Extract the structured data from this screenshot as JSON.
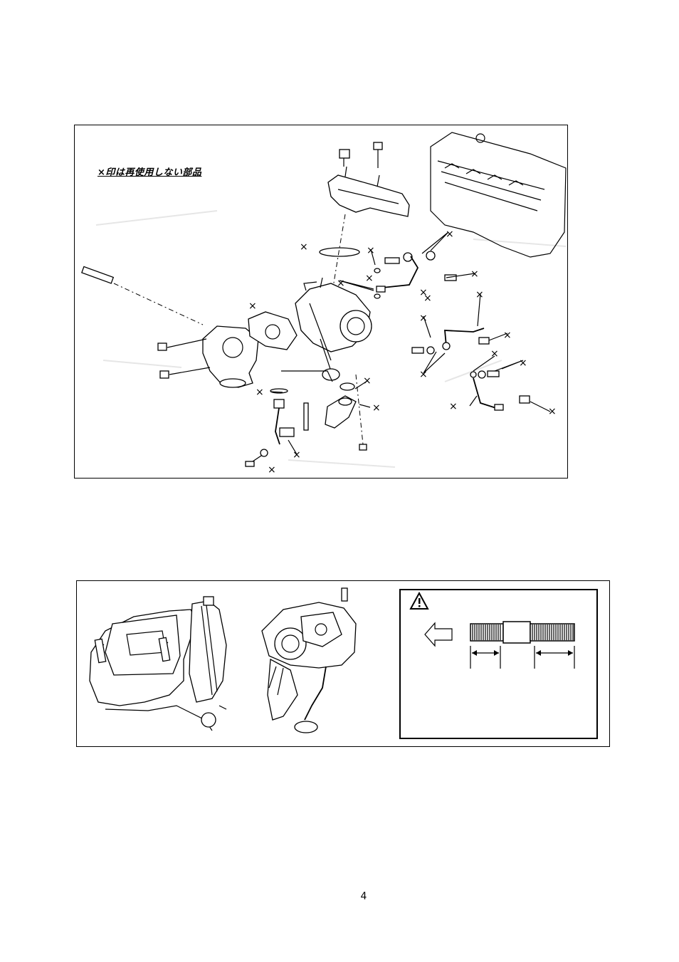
{
  "diagram_top": {
    "note": "×印は再使用しない部品",
    "x_marks": [
      "marker",
      "marker",
      "marker",
      "marker",
      "marker",
      "marker",
      "marker",
      "marker",
      "marker",
      "marker",
      "marker",
      "marker",
      "marker",
      "marker",
      "marker",
      "marker",
      "marker",
      "marker",
      "marker",
      "marker",
      "marker",
      "marker"
    ],
    "x_symbol": "×"
  },
  "diagram_bottom": {
    "caution_icon": "warning-triangle-icon",
    "arrow_icon": "left-arrow-icon"
  },
  "page": {
    "number": "4"
  }
}
